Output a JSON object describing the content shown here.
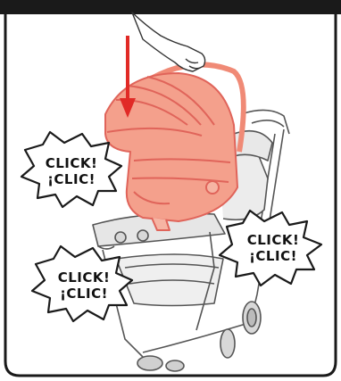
{
  "callouts": [
    {
      "line1": "CLICK!",
      "line2": "¡CLIC!"
    },
    {
      "line1": "CLICK!",
      "line2": "¡CLIC!"
    },
    {
      "line1": "CLICK!",
      "line2": "¡CLIC!"
    }
  ],
  "colors": {
    "frame": "#1a1a1a",
    "seat_fill": "#f4a08c",
    "seat_stroke": "#e0645a",
    "arrow": "#e12a26",
    "stroller_line": "#555555"
  },
  "icons": [
    "hand-icon",
    "down-arrow-icon",
    "infant-car-seat-icon",
    "stroller-icon",
    "click-burst-icon"
  ]
}
